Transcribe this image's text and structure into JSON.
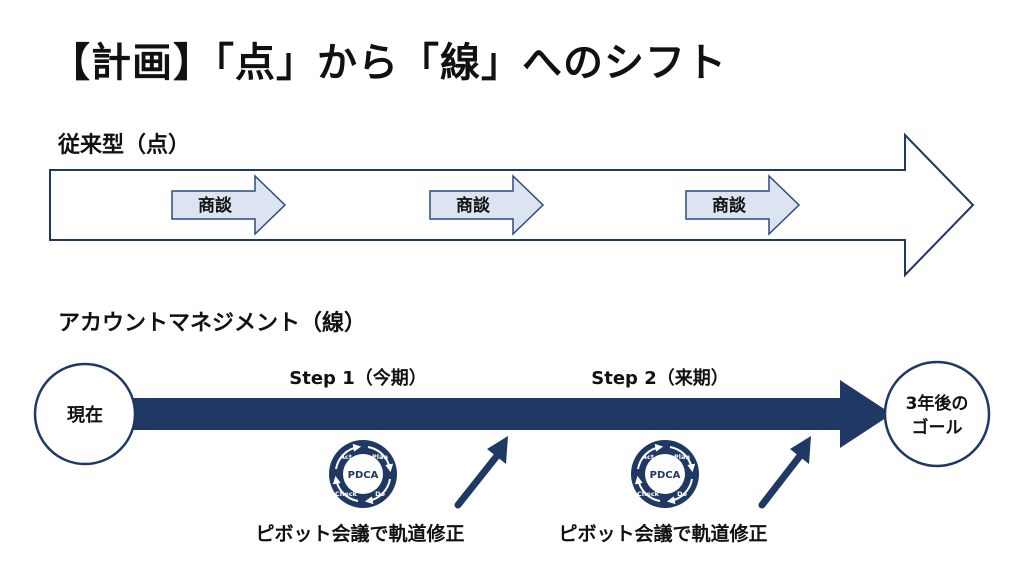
{
  "title": "【計画】「点」から「線」へのシフト",
  "traditional": {
    "label": "従来型（点）",
    "meetings": [
      "商談",
      "商談",
      "商談"
    ]
  },
  "account_management": {
    "label": "アカウントマネジメント（線）",
    "start": "現在",
    "goal_line1": "3年後の",
    "goal_line2": "ゴール",
    "steps": [
      "Step 1（今期）",
      "Step 2（来期）"
    ],
    "pdca": {
      "center": "PDCA",
      "plan": "Plan",
      "do": "Do",
      "check": "Check",
      "act": "Act"
    },
    "pivots": [
      "ピボット会議で軌道修正",
      "ピボット会議で軌道修正"
    ]
  },
  "colors": {
    "navy": "#1f3864",
    "light_blue": "#dbe4f0",
    "outline": "#2e4a7a"
  }
}
